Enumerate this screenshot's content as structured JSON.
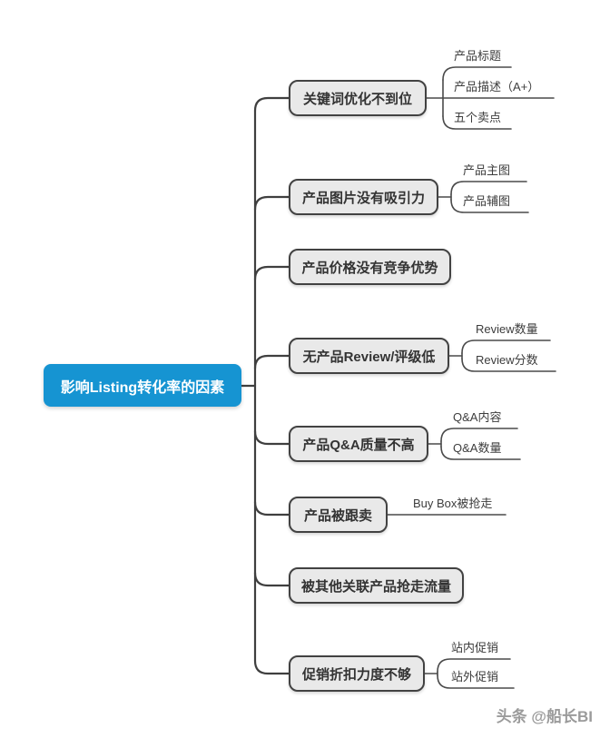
{
  "root": {
    "label": "影响Listing转化率的因素"
  },
  "branches": [
    {
      "label": "关键词优化不到位",
      "children": [
        "产品标题",
        "产品描述（A+）",
        "五个卖点"
      ]
    },
    {
      "label": "产品图片没有吸引力",
      "children": [
        "产品主图",
        "产品辅图"
      ]
    },
    {
      "label": "产品价格没有竞争优势",
      "children": []
    },
    {
      "label": "无产品Review/评级低",
      "children": [
        "Review数量",
        "Review分数"
      ]
    },
    {
      "label": "产品Q&A质量不高",
      "children": [
        "Q&A内容",
        "Q&A数量"
      ]
    },
    {
      "label": "产品被跟卖",
      "children": [
        "Buy Box被抢走"
      ]
    },
    {
      "label": "被其他关联产品抢走流量",
      "children": []
    },
    {
      "label": "促销折扣力度不够",
      "children": [
        "站内促销",
        "站外促销"
      ]
    }
  ],
  "watermark": {
    "text": "头条 @船长BI"
  },
  "colors": {
    "root_fill": "#1694d2",
    "root_text": "#ffffff",
    "node_fill": "#e9e9e9",
    "node_border": "#424242",
    "connector_line": "#3f3f3f",
    "leaf_line": "#4a4a4a",
    "leaf_text": "#3d3d3d",
    "watermark_text": "#9b9b9b"
  }
}
